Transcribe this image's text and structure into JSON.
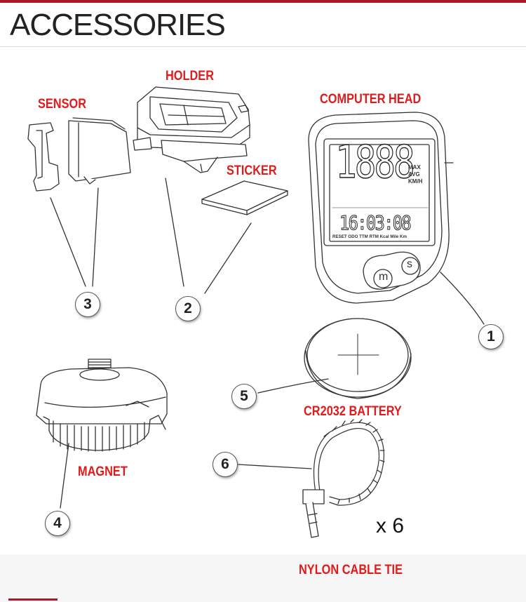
{
  "header": {
    "title": "ACCESSORIES"
  },
  "labels": {
    "holder": "HOLDER",
    "sensor": "SENSOR",
    "computer_head": "COMPUTER HEAD",
    "sticker": "STICKER",
    "battery": "CR2032 BATTERY",
    "magnet": "MAGNET",
    "cable_tie": "NYLON CABLE TIE"
  },
  "callouts": {
    "n1": "1",
    "n2": "2",
    "n3": "3",
    "n4": "4",
    "n5": "5",
    "n6": "6"
  },
  "quantity": "x 6",
  "display": {
    "top_digits": "1888",
    "bottom_digits": "16:03:08",
    "indicators": [
      "MAX",
      "AVG",
      "KM/H"
    ],
    "bottom_row": "RESET ODO TTM RTM Kcal Mile Km"
  },
  "buttons": {
    "m": "m",
    "s": "s"
  },
  "colors": {
    "accent_red": "#e01b1b",
    "bar_red": "#a8182a"
  }
}
